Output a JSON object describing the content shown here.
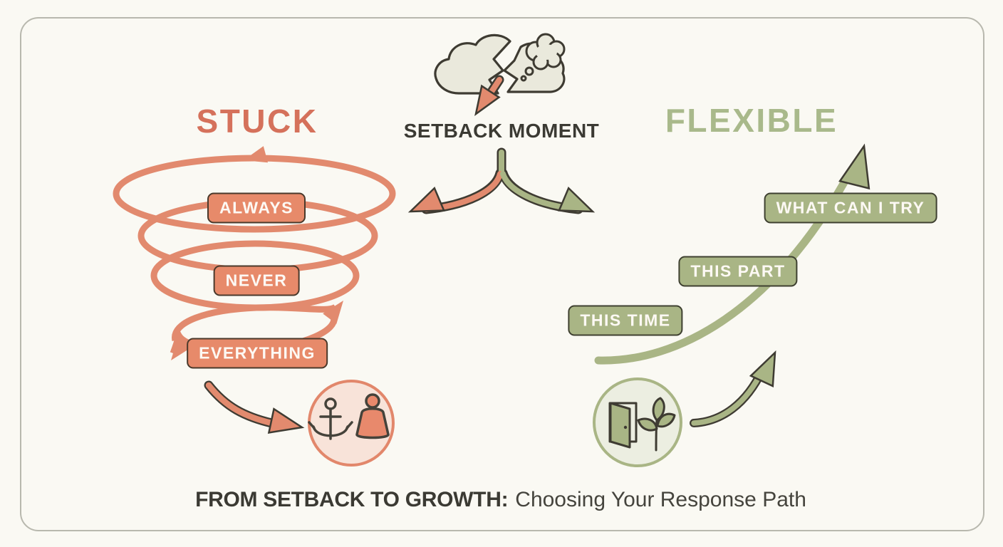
{
  "center": {
    "setback_label": "SETBACK MOMENT"
  },
  "left_path": {
    "title": "STUCK",
    "labels": [
      "ALWAYS",
      "NEVER",
      "EVERYTHING"
    ],
    "badge_icons": [
      "anchor-icon",
      "weight-icon"
    ]
  },
  "right_path": {
    "title": "FLEXIBLE",
    "labels": [
      "THIS TIME",
      "THIS PART",
      "WHAT CAN I TRY"
    ],
    "badge_icons": [
      "open-door-icon",
      "sprout-icon"
    ]
  },
  "footer": {
    "title_bold": "FROM SETBACK TO GROWTH:",
    "title_rest": "Choosing Your Response Path"
  },
  "icons": {
    "top": [
      "storm-cloud-split-icon",
      "thought-bubble-icon",
      "setback-bolt-arrow"
    ],
    "arrows": [
      "branch-left-arrow",
      "branch-right-arrow",
      "sinking-arrow",
      "step-up-arrow",
      "growth-curve-arrow"
    ],
    "left": "rumination-spiral",
    "right": "growth-curve"
  },
  "colors": {
    "salmon": "#E28A6E",
    "salmon_deep": "#D5715B",
    "sage": "#A9B585",
    "sage_deep": "#A9B98B",
    "ink": "#3B3A33",
    "background": "#FAF9F3",
    "frame_border": "#B8B8AE"
  }
}
